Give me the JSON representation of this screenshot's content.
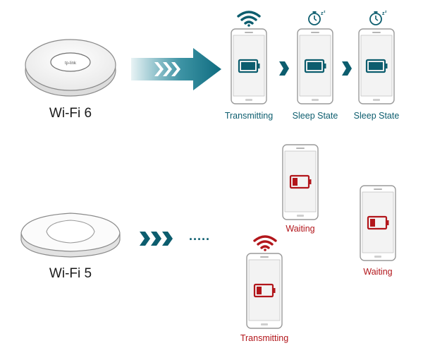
{
  "colors": {
    "teal": "#0c5d6e",
    "red": "#b2161b",
    "arrow_gradient_start": "#e8f3f5",
    "arrow_gradient_end": "#0f6c80",
    "phone_frame": "#9a9a9a",
    "phone_screen": "#f3f3f3"
  },
  "wifi6": {
    "access_point_label": "Wi-Fi 6",
    "ap_logo": "tp-link",
    "phones": [
      {
        "status": "Transmitting",
        "top_icon": "wifi-icon",
        "battery": "full"
      },
      {
        "status": "Sleep State",
        "top_icon": "sleep-timer-icon",
        "battery": "full"
      },
      {
        "status": "Sleep State",
        "top_icon": "sleep-timer-icon",
        "battery": "full"
      }
    ]
  },
  "wifi5": {
    "access_point_label": "Wi-Fi 5",
    "ellipsis": ".....",
    "phones": [
      {
        "status": "Waiting",
        "top_icon": "",
        "battery": "low"
      },
      {
        "status": "Waiting",
        "top_icon": "",
        "battery": "low"
      },
      {
        "status": "Transmitting",
        "top_icon": "wifi-icon",
        "battery": "low"
      }
    ]
  }
}
